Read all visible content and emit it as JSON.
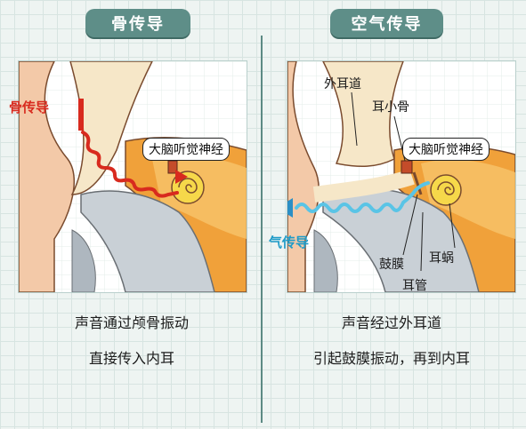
{
  "left": {
    "title": "骨传导",
    "side_label": "骨传导",
    "nerve_label": "大脑听觉神经",
    "caption_line1": "声音通过颅骨振动",
    "caption_line2": "直接传入内耳"
  },
  "right": {
    "title": "空气传导",
    "side_label": "气传导",
    "nerve_label": "大脑听觉神经",
    "labels": {
      "ear_canal": "外耳道",
      "ossicles": "耳小骨",
      "eardrum": "鼓膜",
      "eustachian": "耳管",
      "cochlea": "耳蜗"
    },
    "caption_line1": "声音经过外耳道",
    "caption_line2": "引起鼓膜振动，再到内耳"
  },
  "colors": {
    "accent": "#5e8e88",
    "bone_arrow": "#d82a1e",
    "air_wave": "#1e9bc8"
  }
}
